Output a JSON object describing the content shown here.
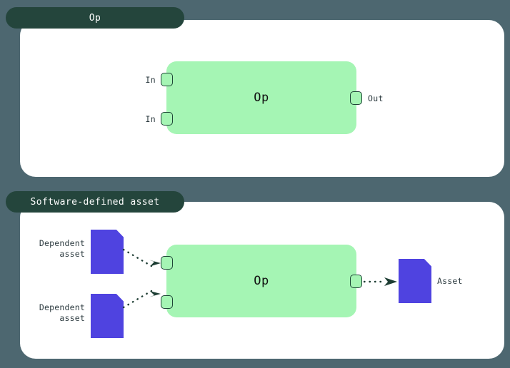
{
  "theme": {
    "background": "#4d6770",
    "panel": "#ffffff",
    "tab": "#24453c",
    "tab_text": "#ffffff",
    "op_fill": "#a5f5b4",
    "port_stroke": "#1d4436",
    "asset_fill": "#4f43e0",
    "text": "#2d3b40",
    "edge": "#1d3d33"
  },
  "panels": [
    {
      "id": "op-panel",
      "tab_label": "Op",
      "op": {
        "label": "Op",
        "inputs": [
          {
            "label": "In",
            "name": "in-port-1"
          },
          {
            "label": "In",
            "name": "in-port-2"
          }
        ],
        "outputs": [
          {
            "label": "Out",
            "name": "out-port-1"
          }
        ]
      }
    },
    {
      "id": "asset-panel",
      "tab_label": "Software-defined asset",
      "op": {
        "label": "Op",
        "inputs": [
          {
            "label": "",
            "name": "in-port-1"
          },
          {
            "label": "",
            "name": "in-port-2"
          }
        ],
        "outputs": [
          {
            "label": "",
            "name": "out-port-1"
          }
        ]
      },
      "dependent_assets": [
        {
          "label": "Dependent\nasset",
          "name": "dependent-asset-1"
        },
        {
          "label": "Dependent\nasset",
          "name": "dependent-asset-2"
        }
      ],
      "produced_asset": {
        "label": "Asset",
        "name": "produced-asset"
      }
    }
  ]
}
